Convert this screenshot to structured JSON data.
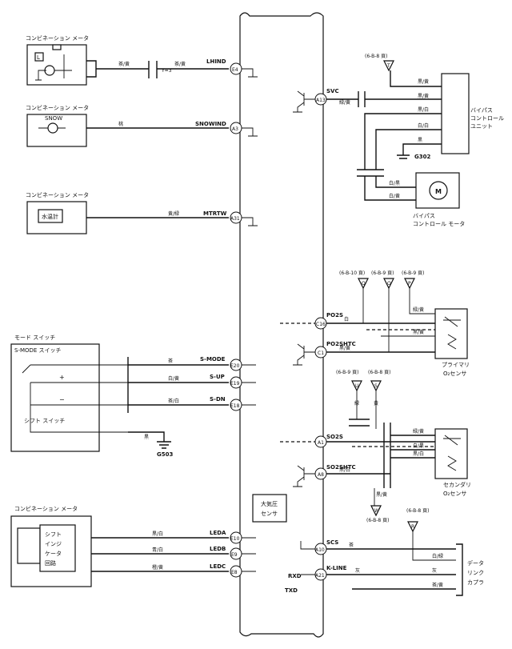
{
  "meter_label": "コンビネーション メータ",
  "meter_parts": {
    "lamp": "L",
    "snow": "SNOW",
    "water_temp": "水温計",
    "shift_indicator": [
      "シフト",
      "インジ",
      "ケータ",
      "回路"
    ]
  },
  "mode_switch": {
    "title": "モード スイッチ",
    "s_mode": "S-MODE スイッチ",
    "plus": "+",
    "minus": "−",
    "shift": "シフト スイッチ",
    "ground": "G503"
  },
  "ecu_sensor": [
    "大気圧",
    "センサ"
  ],
  "left_signals": [
    {
      "name": "LHIND",
      "pin": "E4",
      "wire": "茶/黄",
      "extra": "Y=3"
    },
    {
      "name": "SNOWIND",
      "pin": "A3",
      "wire": "桃"
    },
    {
      "name": "MTRTW",
      "pin": "A31",
      "wire": "黄/緑"
    },
    {
      "name": "S-MODE",
      "pin": "E20",
      "wire": "茶"
    },
    {
      "name": "S-UP",
      "pin": "E19",
      "wire": "白/黄"
    },
    {
      "name": "S-DN",
      "pin": "E18",
      "wire": "茶/白"
    },
    {
      "name": "LEDA",
      "pin": "E10",
      "wire": "黒/白"
    },
    {
      "name": "LEDB",
      "pin": "E9",
      "wire": "青/白"
    },
    {
      "name": "LEDC",
      "pin": "E8",
      "wire": "橙/黄"
    }
  ],
  "right_signals": [
    {
      "name": "SVC",
      "pin": "A13"
    },
    {
      "name": "PO2S",
      "pin": "C16"
    },
    {
      "name": "PO2SHTC",
      "pin": "C1"
    },
    {
      "name": "SO2S",
      "pin": "A1"
    },
    {
      "name": "SO2SHTC",
      "pin": "A8"
    },
    {
      "name": "SCS",
      "pin": "A10"
    },
    {
      "name": "K-LINE",
      "pin": "A21"
    },
    {
      "name": "RXD",
      "pin": ""
    },
    {
      "name": "TXD",
      "pin": ""
    }
  ],
  "bypass_unit": [
    "バイパス",
    "コントロール",
    "ユニット"
  ],
  "bypass_motor": [
    "バイパス",
    "コントロール モータ"
  ],
  "bypass_ground": "G302",
  "primary_sensor": [
    "プライマリ",
    "O₂センサ"
  ],
  "secondary_sensor": [
    "セカンダリ",
    "O₂センサ"
  ],
  "data_link": [
    "データ",
    "リンク",
    "カプラ"
  ],
  "refs": [
    {
      "id": "T",
      "page": "(6-B-8 頁)"
    },
    {
      "id": "Q",
      "page": "(6-B-10 頁)"
    },
    {
      "id": "O",
      "page": "(6-B-9 頁)"
    },
    {
      "id": "P",
      "page": "(6-B-9 頁)"
    },
    {
      "id": "U",
      "page": "(6-B-9 頁)"
    },
    {
      "id": "S",
      "page": "(6-B-8 頁)"
    },
    {
      "id": "W",
      "page": "(6-B-8 頁)"
    },
    {
      "id": "R",
      "page": "(6-B-8 頁)"
    }
  ],
  "right_wires": {
    "svc": "緑/黄",
    "bypass": [
      "黒/黄",
      "黒/黄",
      "黒/白",
      "白/白",
      "黒"
    ],
    "motor": [
      "白/黒",
      "白/黄"
    ],
    "po2s": "白",
    "po2_heater": [
      "緑/黄",
      "黒/黄"
    ],
    "po2shtc": "黒/黄",
    "so2s": [
      "緑/黄",
      "白/黒",
      "黒/白"
    ],
    "so2shtc": "黒/白",
    "so2_feed": [
      "緑",
      "黄"
    ],
    "w_feed": "黒/黄",
    "scs": "茶",
    "dlc": [
      "白/緑",
      "灰",
      "茶/黄"
    ],
    "k_line": "灰"
  }
}
